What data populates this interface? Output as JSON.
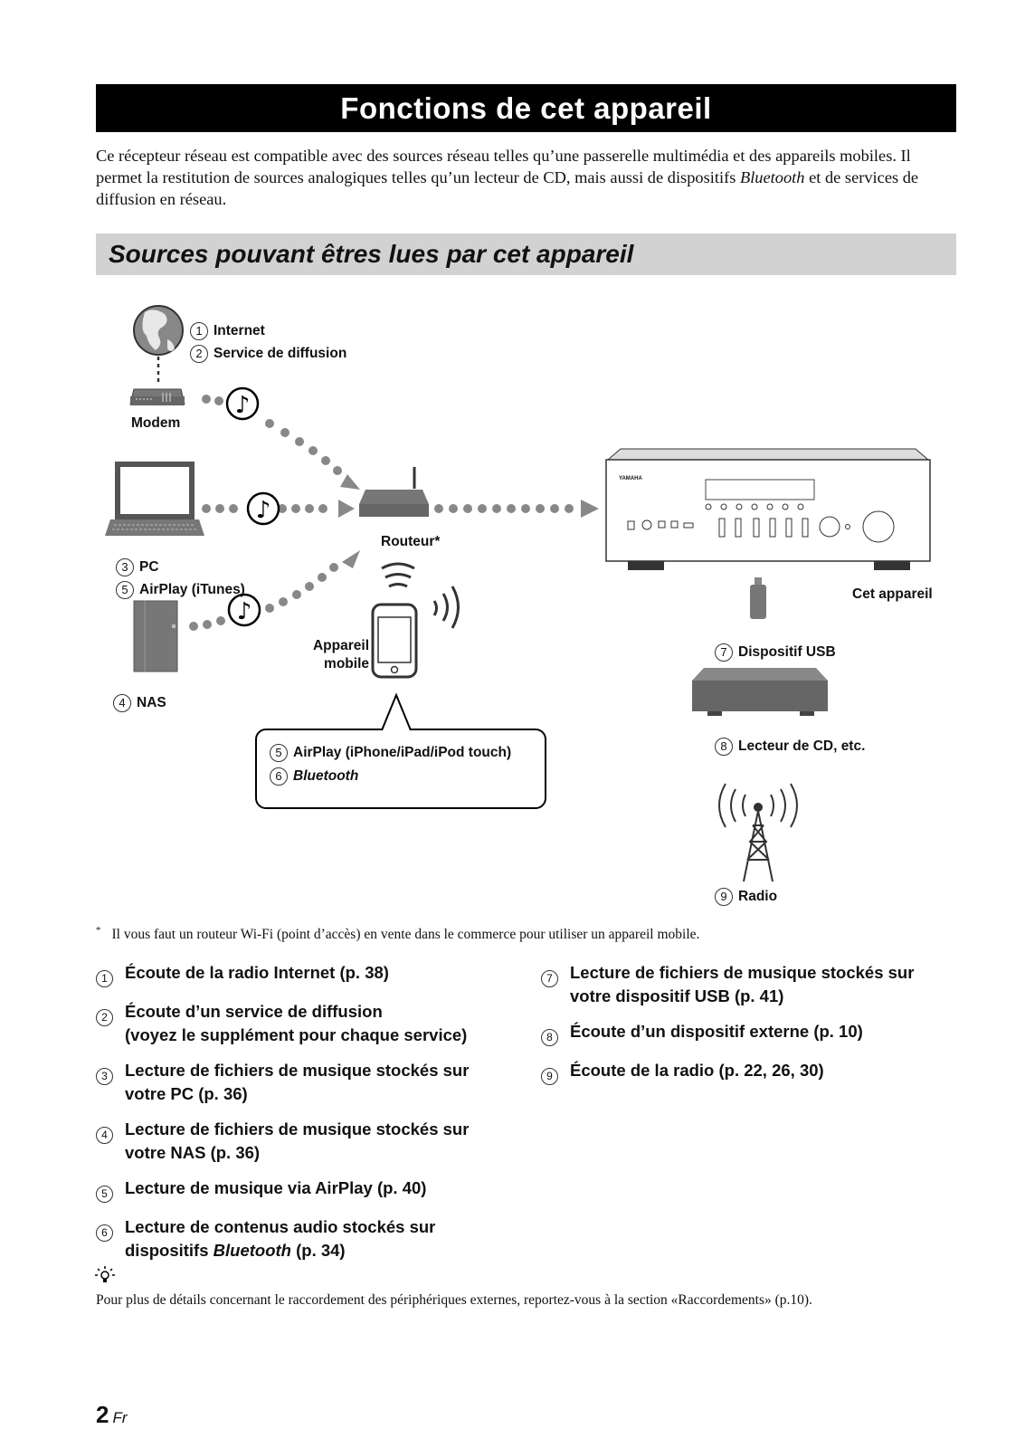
{
  "title": "Fonctions de cet appareil",
  "intro": {
    "before": "Ce récepteur réseau est compatible avec des sources réseau telles qu’une passerelle multimédia et des appareils mobiles. Il permet la restitution de sources analogiques telles qu’un lecteur de CD, mais aussi de dispositifs ",
    "italic": "Bluetooth",
    "after": " et de services de diffusion en réseau."
  },
  "section_title": "Sources pouvant êtres lues par cet appareil",
  "diagram": {
    "internet": {
      "num": "1",
      "text": "Internet"
    },
    "service": {
      "num": "2",
      "text": "Service de diffusion"
    },
    "modem": "Modem",
    "pc": {
      "num": "3",
      "text": "PC"
    },
    "airplay_itunes": {
      "num": "5",
      "text": "AirPlay (iTunes)"
    },
    "nas": {
      "num": "4",
      "text": "NAS"
    },
    "router": "Routeur*",
    "mobile_1": "Appareil",
    "mobile_2": "mobile",
    "bubble_airplay": {
      "num": "5",
      "text": "AirPlay (iPhone/iPad/iPod touch)"
    },
    "bubble_bt": {
      "num": "6",
      "text": "Bluetooth"
    },
    "device": "Cet appareil",
    "usb": {
      "num": "7",
      "text": "Dispositif USB"
    },
    "cd": {
      "num": "8",
      "text": "Lecteur de CD, etc."
    },
    "radio": {
      "num": "9",
      "text": "Radio"
    },
    "brand": "YAMAHA"
  },
  "footnote": {
    "mark": "*",
    "text": "Il vous faut un routeur Wi-Fi (point d’accès) en vente dans le commerce pour utiliser un appareil mobile."
  },
  "list_left": [
    {
      "num": "1",
      "l1": "Écoute de la radio Internet (p. 38)",
      "l2": ""
    },
    {
      "num": "2",
      "l1": "Écoute d’un service de diffusion",
      "l2": "(voyez le supplément pour chaque service)"
    },
    {
      "num": "3",
      "l1": "Lecture de fichiers de musique stockés sur",
      "l2": "votre PC (p. 36)"
    },
    {
      "num": "4",
      "l1": "Lecture de fichiers de musique stockés sur",
      "l2": "votre NAS (p. 36)"
    },
    {
      "num": "5",
      "l1": "Lecture de musique via AirPlay (p. 40)",
      "l2": ""
    }
  ],
  "list_left_6": {
    "num": "6",
    "l1": "Lecture de contenus audio stockés sur",
    "l2a": "dispositifs ",
    "l2b": "Bluetooth",
    "l2c": " (p. 34)"
  },
  "list_right": [
    {
      "num": "7",
      "l1": "Lecture de fichiers de musique stockés sur",
      "l2": "votre dispositif USB (p. 41)"
    },
    {
      "num": "8",
      "l1": "Écoute d’un dispositif externe (p. 10)",
      "l2": ""
    },
    {
      "num": "9",
      "l1": "Écoute de la radio (p. 22, 26, 30)",
      "l2": ""
    }
  ],
  "tip_text": "Pour plus de détails concernant le raccordement des périphériques externes, reportez-vous à la section «Raccordements» (p.10).",
  "page": {
    "num": "2",
    "lang": "Fr"
  }
}
